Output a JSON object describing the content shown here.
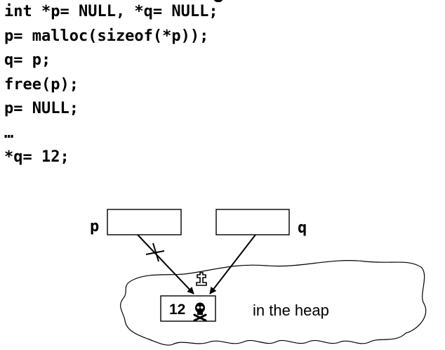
{
  "code": {
    "lines": [
      "int *p= NULL, *q= NULL;",
      "p= malloc(sizeof(*p));",
      "q= p;",
      "free(p);",
      "p= NULL;",
      "…",
      "*q= 12;"
    ]
  },
  "diagram": {
    "pointer_p_label": "p",
    "pointer_q_label": "q",
    "heap_value": "12",
    "heap_label": "in the heap",
    "icons": {
      "dead": "skull-crossbones-icon",
      "grave": "cross-icon",
      "broken_link": "strike-mark-icon"
    }
  }
}
